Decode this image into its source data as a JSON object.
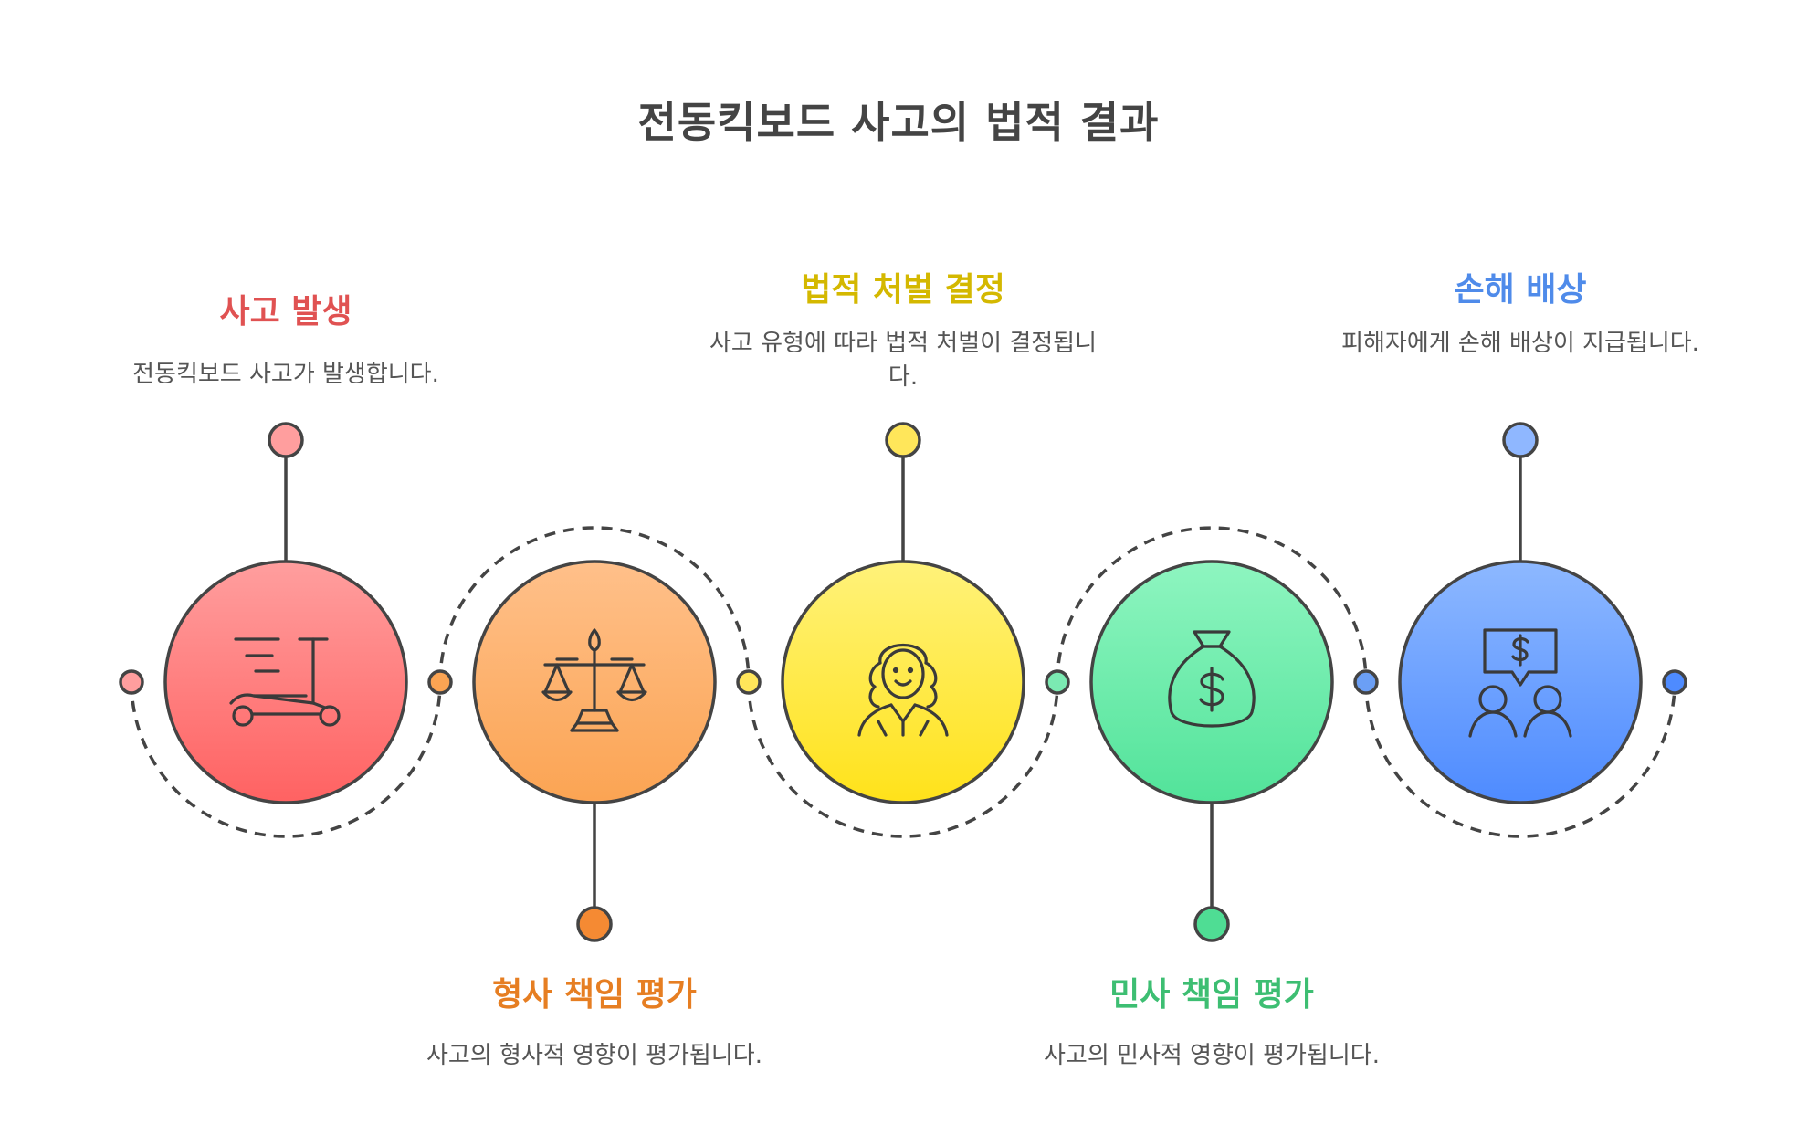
{
  "title": "전동킥보드 사고의 법적 결과",
  "steps": [
    {
      "title": "사고 발생",
      "description": "전동킥보드 사고가 발생합니다.",
      "icon": "scooter-icon",
      "color": "#E05252",
      "fill_top": "#FF9E9E",
      "fill_bottom": "#FF6262",
      "dot": "#FF9E9E"
    },
    {
      "title": "형사 책임 평가",
      "description": "사고의 형사적 영향이 평가됩니다.",
      "icon": "scales-icon",
      "color": "#E67E22",
      "fill_top": "#FFC08A",
      "fill_bottom": "#FBA453",
      "dot": "#F58A33"
    },
    {
      "title": "법적 처벌 결정",
      "description": "사고 유형에 따라 법적 처벌이 결정됩니다.",
      "icon": "judge-icon",
      "color": "#D4B800",
      "fill_top": "#FFF27A",
      "fill_bottom": "#FFE21A",
      "dot": "#FFE65A"
    },
    {
      "title": "민사 책임 평가",
      "description": "사고의 민사적 영향이 평가됩니다.",
      "icon": "money-bag-icon",
      "color": "#3DBE72",
      "fill_top": "#8EF5C0",
      "fill_bottom": "#52E39A",
      "dot": "#4FDD94"
    },
    {
      "title": "손해 배상",
      "description": "피해자에게 손해 배상이 지급됩니다.",
      "icon": "compensation-people-icon",
      "color": "#4F8BEA",
      "fill_top": "#8DB8FF",
      "fill_bottom": "#4E8BFF",
      "dot": "#8FB7FF"
    }
  ]
}
